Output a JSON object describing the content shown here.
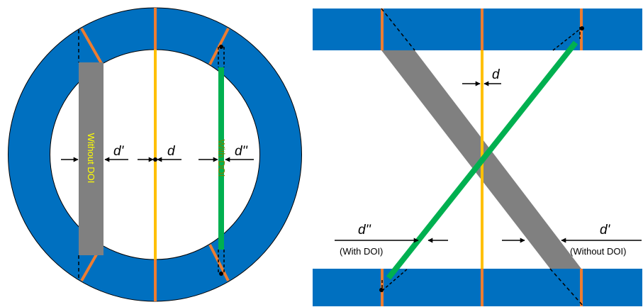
{
  "left_panel": {
    "label_without_doi": "Without DOI",
    "label_with_doi": "With DOI",
    "d_prime": "d'",
    "d": "d",
    "d_double_prime": "d''"
  },
  "right_panel": {
    "d": "d",
    "d_double_prime": "d''",
    "d_double_prime_note": "(With DOI)",
    "d_prime": "d'",
    "d_prime_note": "(Without DOI)"
  },
  "colors": {
    "detector_blue": "#0070C0",
    "crystal_border_orange": "#ED7D31",
    "lor_yellow": "#FFC000",
    "lor_gray": "#808080",
    "lor_green": "#00B050",
    "label_yellow": "#FFFF00",
    "label_olive": "#7F7F00"
  }
}
